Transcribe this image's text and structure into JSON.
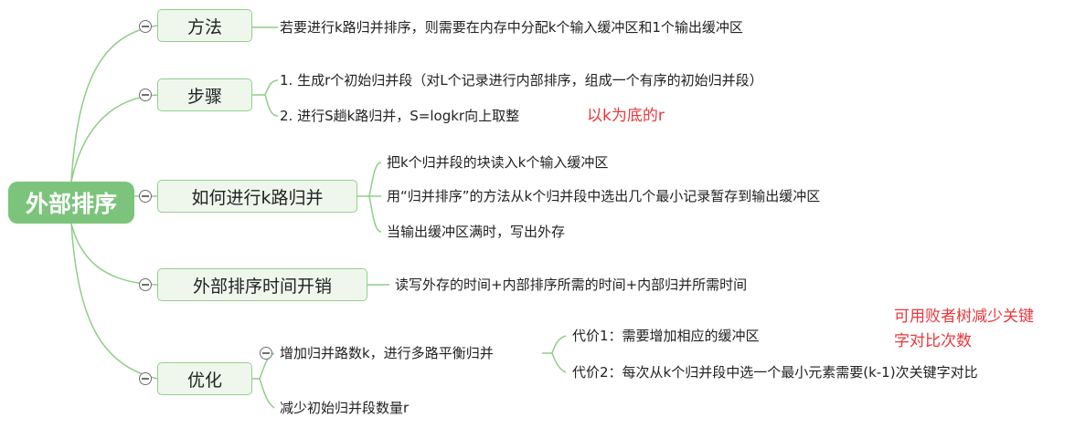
{
  "root": {
    "label": "外部排序"
  },
  "branches": [
    {
      "label": "方法",
      "leaves": [
        "若要进行k路归并排序，则需要在内存中分配k个输入缓冲区和1个输出缓冲区"
      ]
    },
    {
      "label": "步骤",
      "leaves": [
        "1. 生成r个初始归并段（对L个记录进行内部排序，组成一个有序的初始归并段）",
        "2. 进行S趟k路归并，S=logkr向上取整"
      ],
      "note": "以k为底的r"
    },
    {
      "label": "如何进行k路归并",
      "leaves": [
        "把k个归并段的块读入k个输入缓冲区",
        "用“归并排序”的方法从k个归并段中选出几个最小记录暂存到输出缓冲区",
        "当输出缓冲区满时，写出外存"
      ]
    },
    {
      "label": "外部排序时间开销",
      "leaves": [
        "读写外存的时间+内部排序所需的时间+内部归并所需时间"
      ]
    },
    {
      "label": "优化",
      "subitems": [
        {
          "label": "增加归并路数k，进行多路平衡归并",
          "leaves": [
            "代价1：需要增加相应的缓冲区",
            "代价2：每次从k个归并段中选一个最小元素需要(k-1)次关键字对比"
          ]
        },
        {
          "label": "减少初始归并段数量r"
        }
      ],
      "note_lines": [
        "可用败者树减少关键",
        "字对比次数"
      ]
    }
  ],
  "colors": {
    "root_fill": "#7cc47b",
    "branch_fill": "#eff7ec",
    "branch_border": "#93cf8d",
    "line": "#8fcd88",
    "note": "#e8383d"
  }
}
